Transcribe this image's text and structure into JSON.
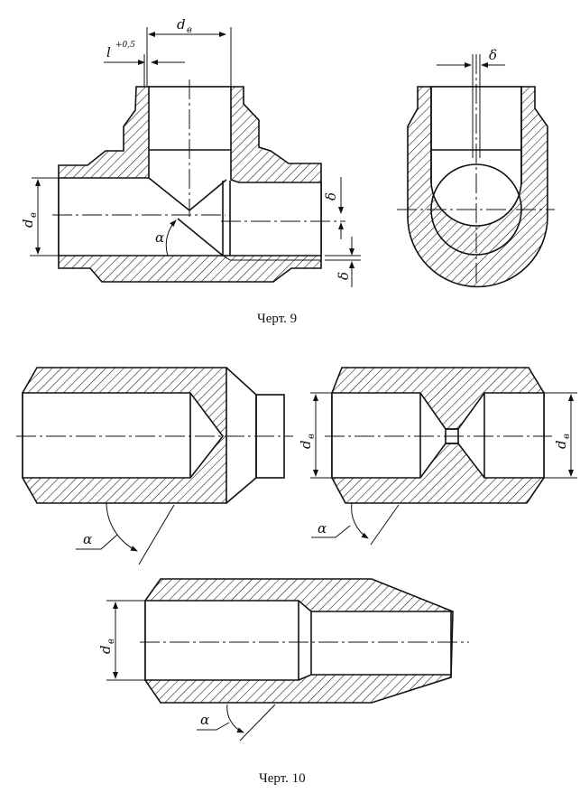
{
  "figure9": {
    "caption": "Черт. 9",
    "labels": {
      "bore_diameter_top": "d",
      "bore_diameter_top_sub": "в",
      "bore_diameter_left": "d",
      "bore_diameter_left_sub": "в",
      "offset": "l",
      "offset_tolerance": "+0,5",
      "angle": "α",
      "wall_1": "δ",
      "wall_2": "δ",
      "wall_side": "δ"
    }
  },
  "figure10": {
    "caption": "Черт. 10",
    "labels": {
      "angle_left": "α",
      "angle_right": "α",
      "bore_mid": "d",
      "bore_mid_sub": "в",
      "bore_right": "d",
      "bore_right_sub": "в",
      "bore_bottom": "d",
      "bore_bottom_sub": "в",
      "angle_bottom": "α"
    }
  }
}
